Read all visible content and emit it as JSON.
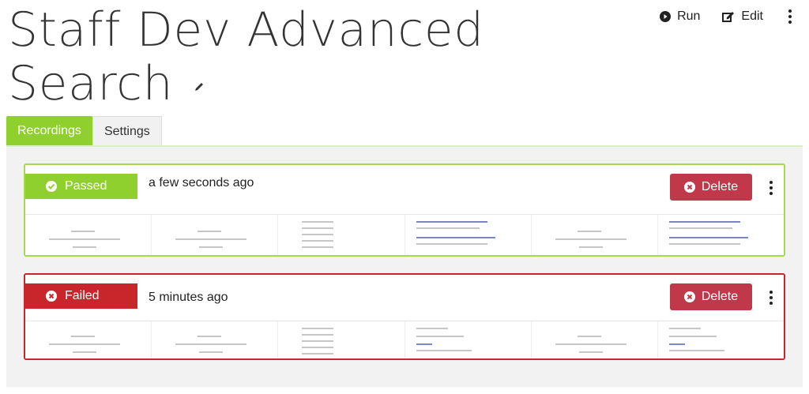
{
  "page": {
    "title": "Staff Dev Advanced Search"
  },
  "actions": {
    "run_label": "Run",
    "edit_label": "Edit"
  },
  "tabs": [
    {
      "label": "Recordings",
      "active": true
    },
    {
      "label": "Settings",
      "active": false
    }
  ],
  "recordings": [
    {
      "status": "Passed",
      "time": "a few seconds ago",
      "delete_label": "Delete",
      "color": "#8fcf2e"
    },
    {
      "status": "Failed",
      "time": "5 minutes ago",
      "delete_label": "Delete",
      "color": "#c9262c"
    }
  ],
  "colors": {
    "accent": "#8fcf2e",
    "danger": "#c9262c",
    "delete": "#c0394b"
  },
  "icons": {
    "pencil": "pencil-icon",
    "run": "play-circle-icon",
    "edit": "edit-icon",
    "passed": "check-circle-icon",
    "failed": "x-circle-icon",
    "delete": "x-circle-icon"
  }
}
